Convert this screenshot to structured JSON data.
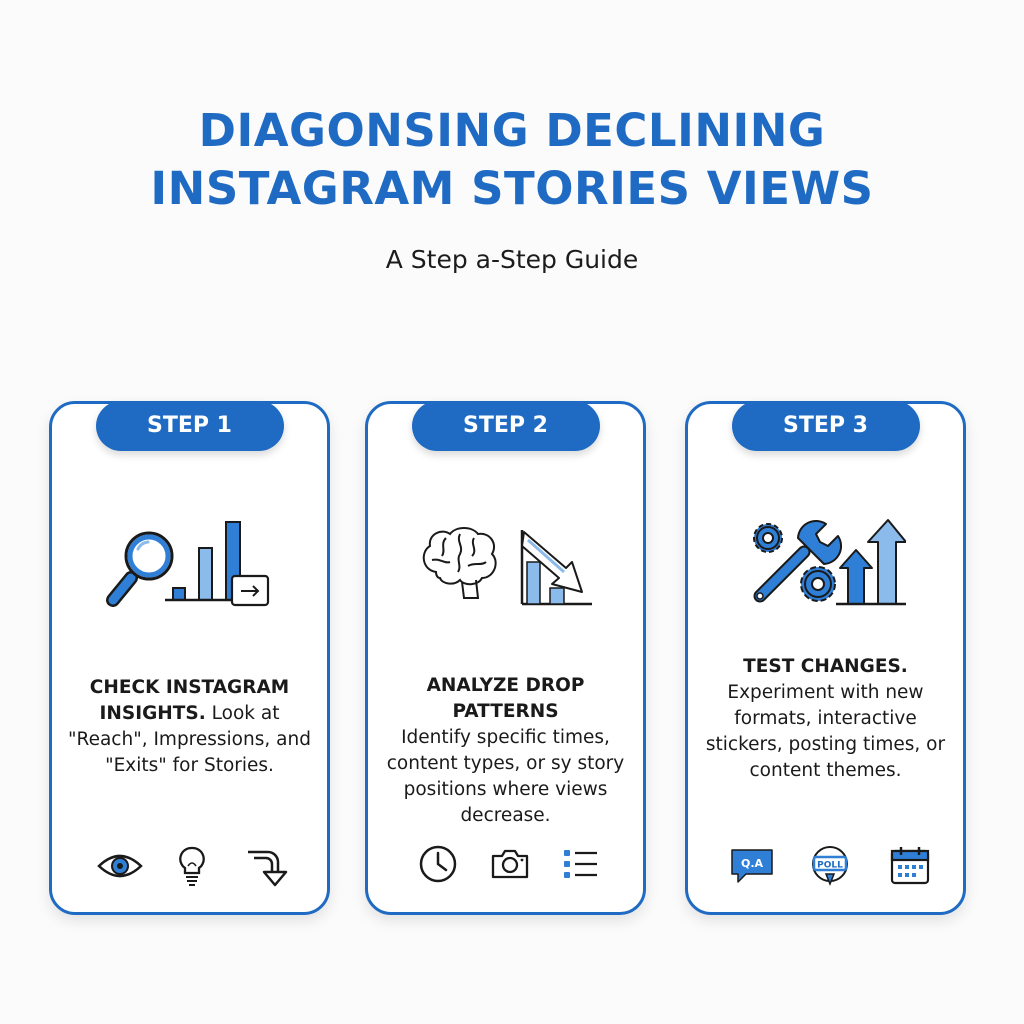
{
  "title": {
    "line1": "DIAGONSING DECLINING",
    "line2": "INSTAGRAM STORIES VIEWS"
  },
  "subtitle": "A Step a-Step Guide",
  "colors": {
    "accent": "#1f6bc4",
    "accent_light": "#8bbbea",
    "text": "#1a1a1a",
    "background": "#fbfbfb"
  },
  "steps": [
    {
      "label": "STEP 1",
      "heading": "CHECK INSTAGRAM INSIGHTS.",
      "body": "Look at \"Reach\", Impressions, and \"Exits\" for Stories.",
      "hero_icons": [
        "magnifier-icon",
        "bar-chart-icon",
        "arrow-box-icon"
      ],
      "footer_icons": [
        "eye-icon",
        "lightbulb-icon",
        "exit-arrow-icon"
      ]
    },
    {
      "label": "STEP 2",
      "heading": "ANALYZE DROP PATTERNS",
      "body": "Identify specific times, content types, or sy story positions where views decrease.",
      "hero_icons": [
        "brain-icon",
        "declining-chart-icon"
      ],
      "footer_icons": [
        "clock-icon",
        "camera-icon",
        "list-icon"
      ]
    },
    {
      "label": "STEP 3",
      "heading": "TEST CHANGES.",
      "body": "Experiment with new formats, interactive stickers, posting times, or content themes.",
      "hero_icons": [
        "gears-icon",
        "wrench-icon",
        "rising-arrows-icon"
      ],
      "footer_icons": [
        {
          "name": "qa-sticker-icon",
          "text": "Q.A"
        },
        {
          "name": "poll-sticker-icon",
          "text": "POLL"
        },
        {
          "name": "calendar-icon"
        }
      ]
    }
  ]
}
